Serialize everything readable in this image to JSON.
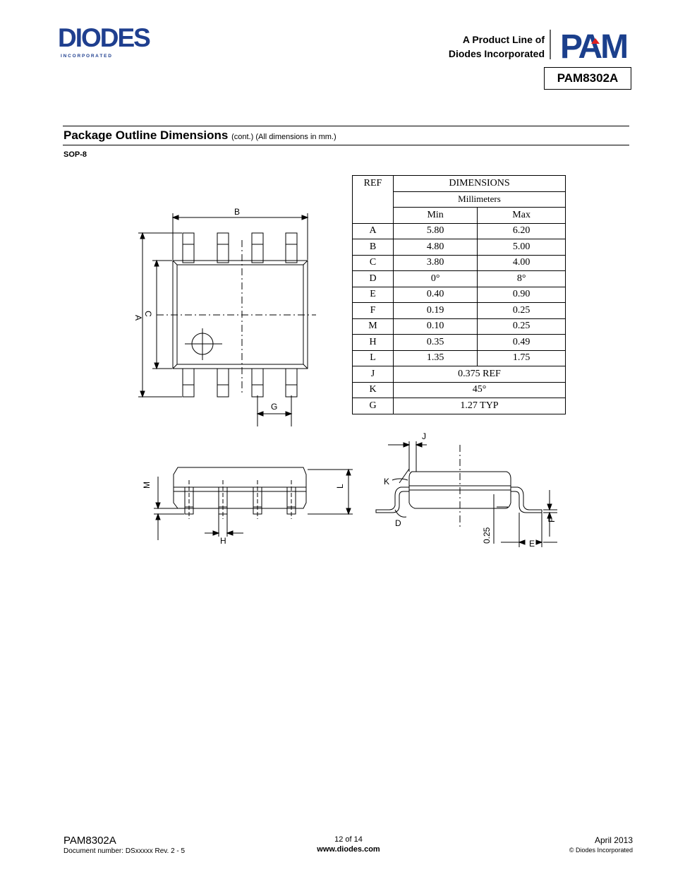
{
  "header": {
    "logo_text": "DIODES",
    "logo_subtext": "I N C O R P O R A T E D",
    "product_line_1": "A Product Line of",
    "product_line_2": "Diodes Incorporated",
    "brand_logo_text": "PAM",
    "part_number": "PAM8302A"
  },
  "section": {
    "title": "Package Outline Dimensions",
    "subtitle": "(cont.) (All dimensions in mm.)",
    "package": "SOP-8"
  },
  "table": {
    "col_ref": "REF",
    "col_dimensions": "DIMENSIONS",
    "col_unit": "Millimeters",
    "col_min": "Min",
    "col_max": "Max",
    "rows": [
      {
        "ref": "A",
        "min": "5.80",
        "max": "6.20"
      },
      {
        "ref": "B",
        "min": "4.80",
        "max": "5.00"
      },
      {
        "ref": "C",
        "min": "3.80",
        "max": "4.00"
      },
      {
        "ref": "D",
        "min": "0°",
        "max": "8°"
      },
      {
        "ref": "E",
        "min": "0.40",
        "max": "0.90"
      },
      {
        "ref": "F",
        "min": "0.19",
        "max": "0.25"
      },
      {
        "ref": "M",
        "min": "0.10",
        "max": "0.25"
      },
      {
        "ref": "H",
        "min": "0.35",
        "max": "0.49"
      },
      {
        "ref": "L",
        "min": "1.35",
        "max": "1.75"
      }
    ],
    "span_rows": [
      {
        "ref": "J",
        "value": "0.375 REF"
      },
      {
        "ref": "K",
        "value": "45°"
      },
      {
        "ref": "G",
        "value": "1.27 TYP"
      }
    ]
  },
  "drawing_labels": {
    "b": "B",
    "a": "A",
    "c": "C",
    "g": "G",
    "m": "M",
    "l": "L",
    "h": "H",
    "j": "J",
    "k": "K",
    "d": "D",
    "f": "F",
    "e": "E",
    "gauge": "0.25"
  },
  "footer": {
    "part": "PAM8302A",
    "doc_number": "Document number: DSxxxxx Rev. 2 - 5",
    "page": "12 of 14",
    "website": "www.diodes.com",
    "date": "April 2013",
    "copyright": "© Diodes Incorporated"
  }
}
